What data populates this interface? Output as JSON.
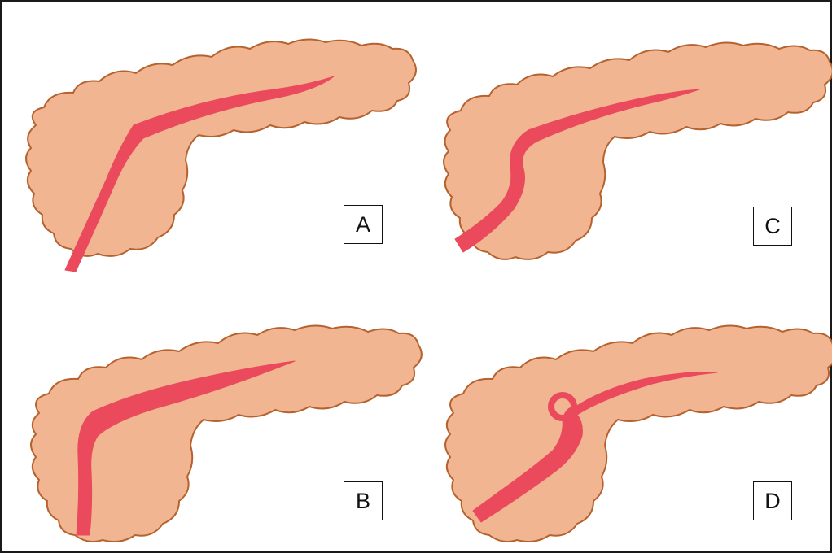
{
  "figure": {
    "panels": [
      {
        "id": "a",
        "label": "A",
        "duct_shape": "straight"
      },
      {
        "id": "b",
        "label": "B",
        "duct_shape": "vertical"
      },
      {
        "id": "c",
        "label": "C",
        "duct_shape": "sigmoid"
      },
      {
        "id": "d",
        "label": "D",
        "duct_shape": "loop"
      }
    ],
    "colors": {
      "gland_fill": "#f1b592",
      "gland_outline": "#b5622e",
      "duct": "#ea4a5c",
      "border": "#1a1a1a"
    }
  }
}
